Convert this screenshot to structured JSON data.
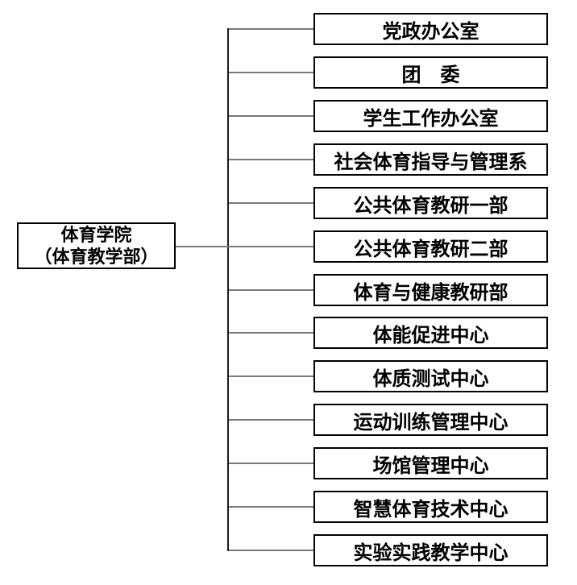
{
  "root": {
    "line1": "体育学院",
    "line2": "（体育教学部）"
  },
  "departments": [
    {
      "label": "党政办公室"
    },
    {
      "label": "团　委"
    },
    {
      "label": "学生工作办公室"
    },
    {
      "label": "社会体育指导与管理系"
    },
    {
      "label": "公共体育教研一部"
    },
    {
      "label": "公共体育教研二部"
    },
    {
      "label": "体育与健康教研部"
    },
    {
      "label": "体能促进中心"
    },
    {
      "label": "体质测试中心"
    },
    {
      "label": "运动训练管理中心"
    },
    {
      "label": "场馆管理中心"
    },
    {
      "label": "智慧体育技术中心"
    },
    {
      "label": "实验实践教学中心"
    }
  ],
  "colors": {
    "box_border": "#000000",
    "trunk_line": "#1a1a1a",
    "branch_line": "#7a7a7a",
    "background": "#ffffff",
    "text": "#000000"
  }
}
